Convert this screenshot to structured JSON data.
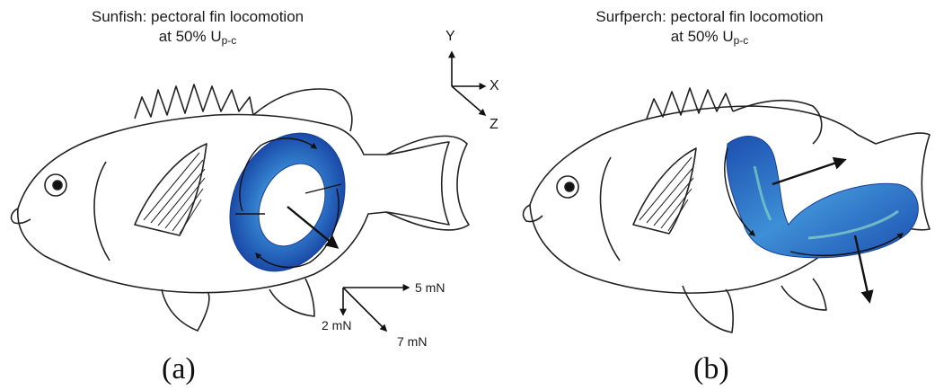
{
  "panels": [
    {
      "title_line1": "Sunfish: pectoral fin locomotion",
      "title_line2_prefix": "at 50% U",
      "title_line2_sub": "p-c",
      "label": "(a)"
    },
    {
      "title_line1": "Surfperch: pectoral fin locomotion",
      "title_line2_prefix": "at 50% U",
      "title_line2_sub": "p-c",
      "label": "(b)"
    }
  ],
  "axes": {
    "y": "Y",
    "x": "X",
    "z": "Z"
  },
  "force_scale": {
    "x": "5 mN",
    "y": "2 mN",
    "z": "7 mN"
  },
  "colors": {
    "vortex_dark": "#1f55b8",
    "vortex_light": "#4fa4dc",
    "vortex_highlight": "#8fe0c8",
    "line": "#222222"
  }
}
